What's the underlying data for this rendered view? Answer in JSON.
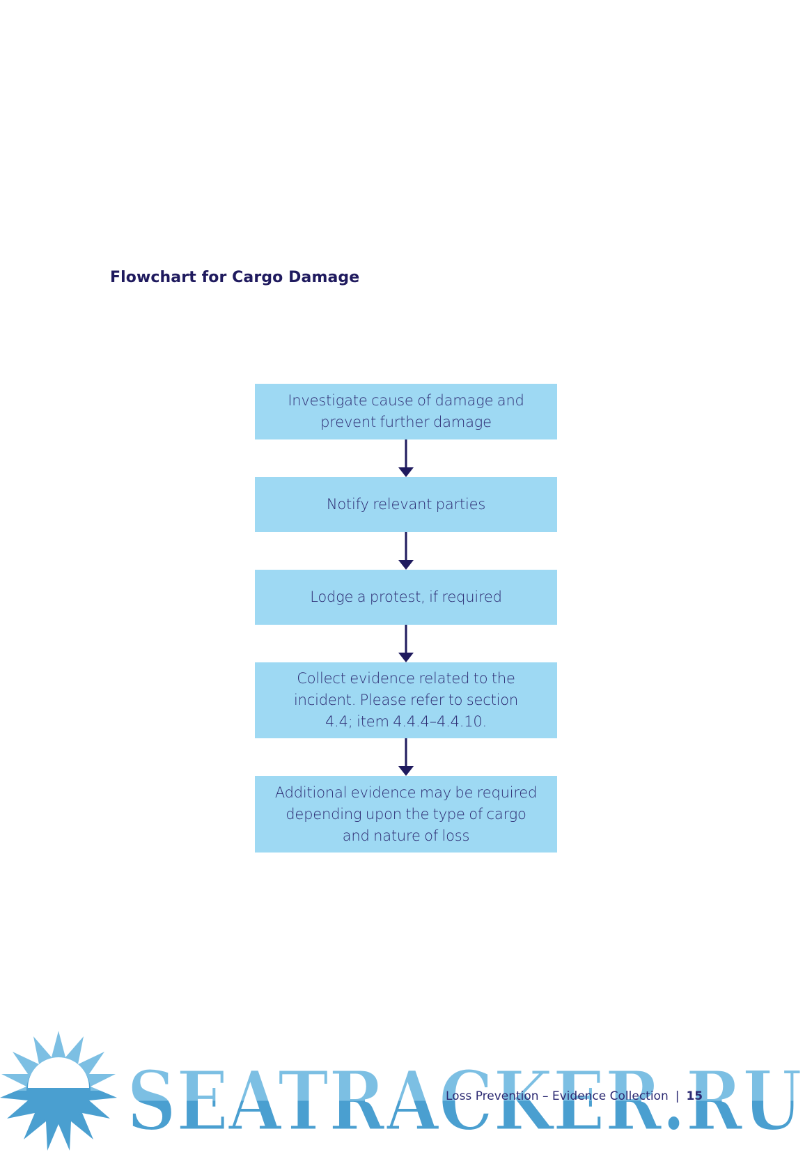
{
  "title": "Flowchart for Cargo Damage",
  "colors": {
    "box_fill": "#9ed9f3",
    "text": "#2c2a72",
    "arrow": "#1f1a5e",
    "watermark": "#4a9fd0"
  },
  "flowchart": {
    "steps": [
      {
        "line1": "Investigate cause of damage and",
        "line2": "prevent further damage"
      },
      {
        "line1": "Notify relevant parties"
      },
      {
        "line1": "Lodge a protest, if required"
      },
      {
        "line1": "Collect evidence related to the",
        "line2": "incident. Please refer to section",
        "line3": "4.4; item 4.4.4–4.4.10."
      },
      {
        "line1": "Additional evidence may be required",
        "line2": "depending upon the type of cargo",
        "line3": "and nature of loss"
      }
    ]
  },
  "footer": {
    "section": "Loss Prevention – Evidence Collection",
    "separator": "|",
    "page_number": "15"
  },
  "watermark": {
    "text": "SEATRACKER.RU",
    "icon": "sun-icon"
  }
}
